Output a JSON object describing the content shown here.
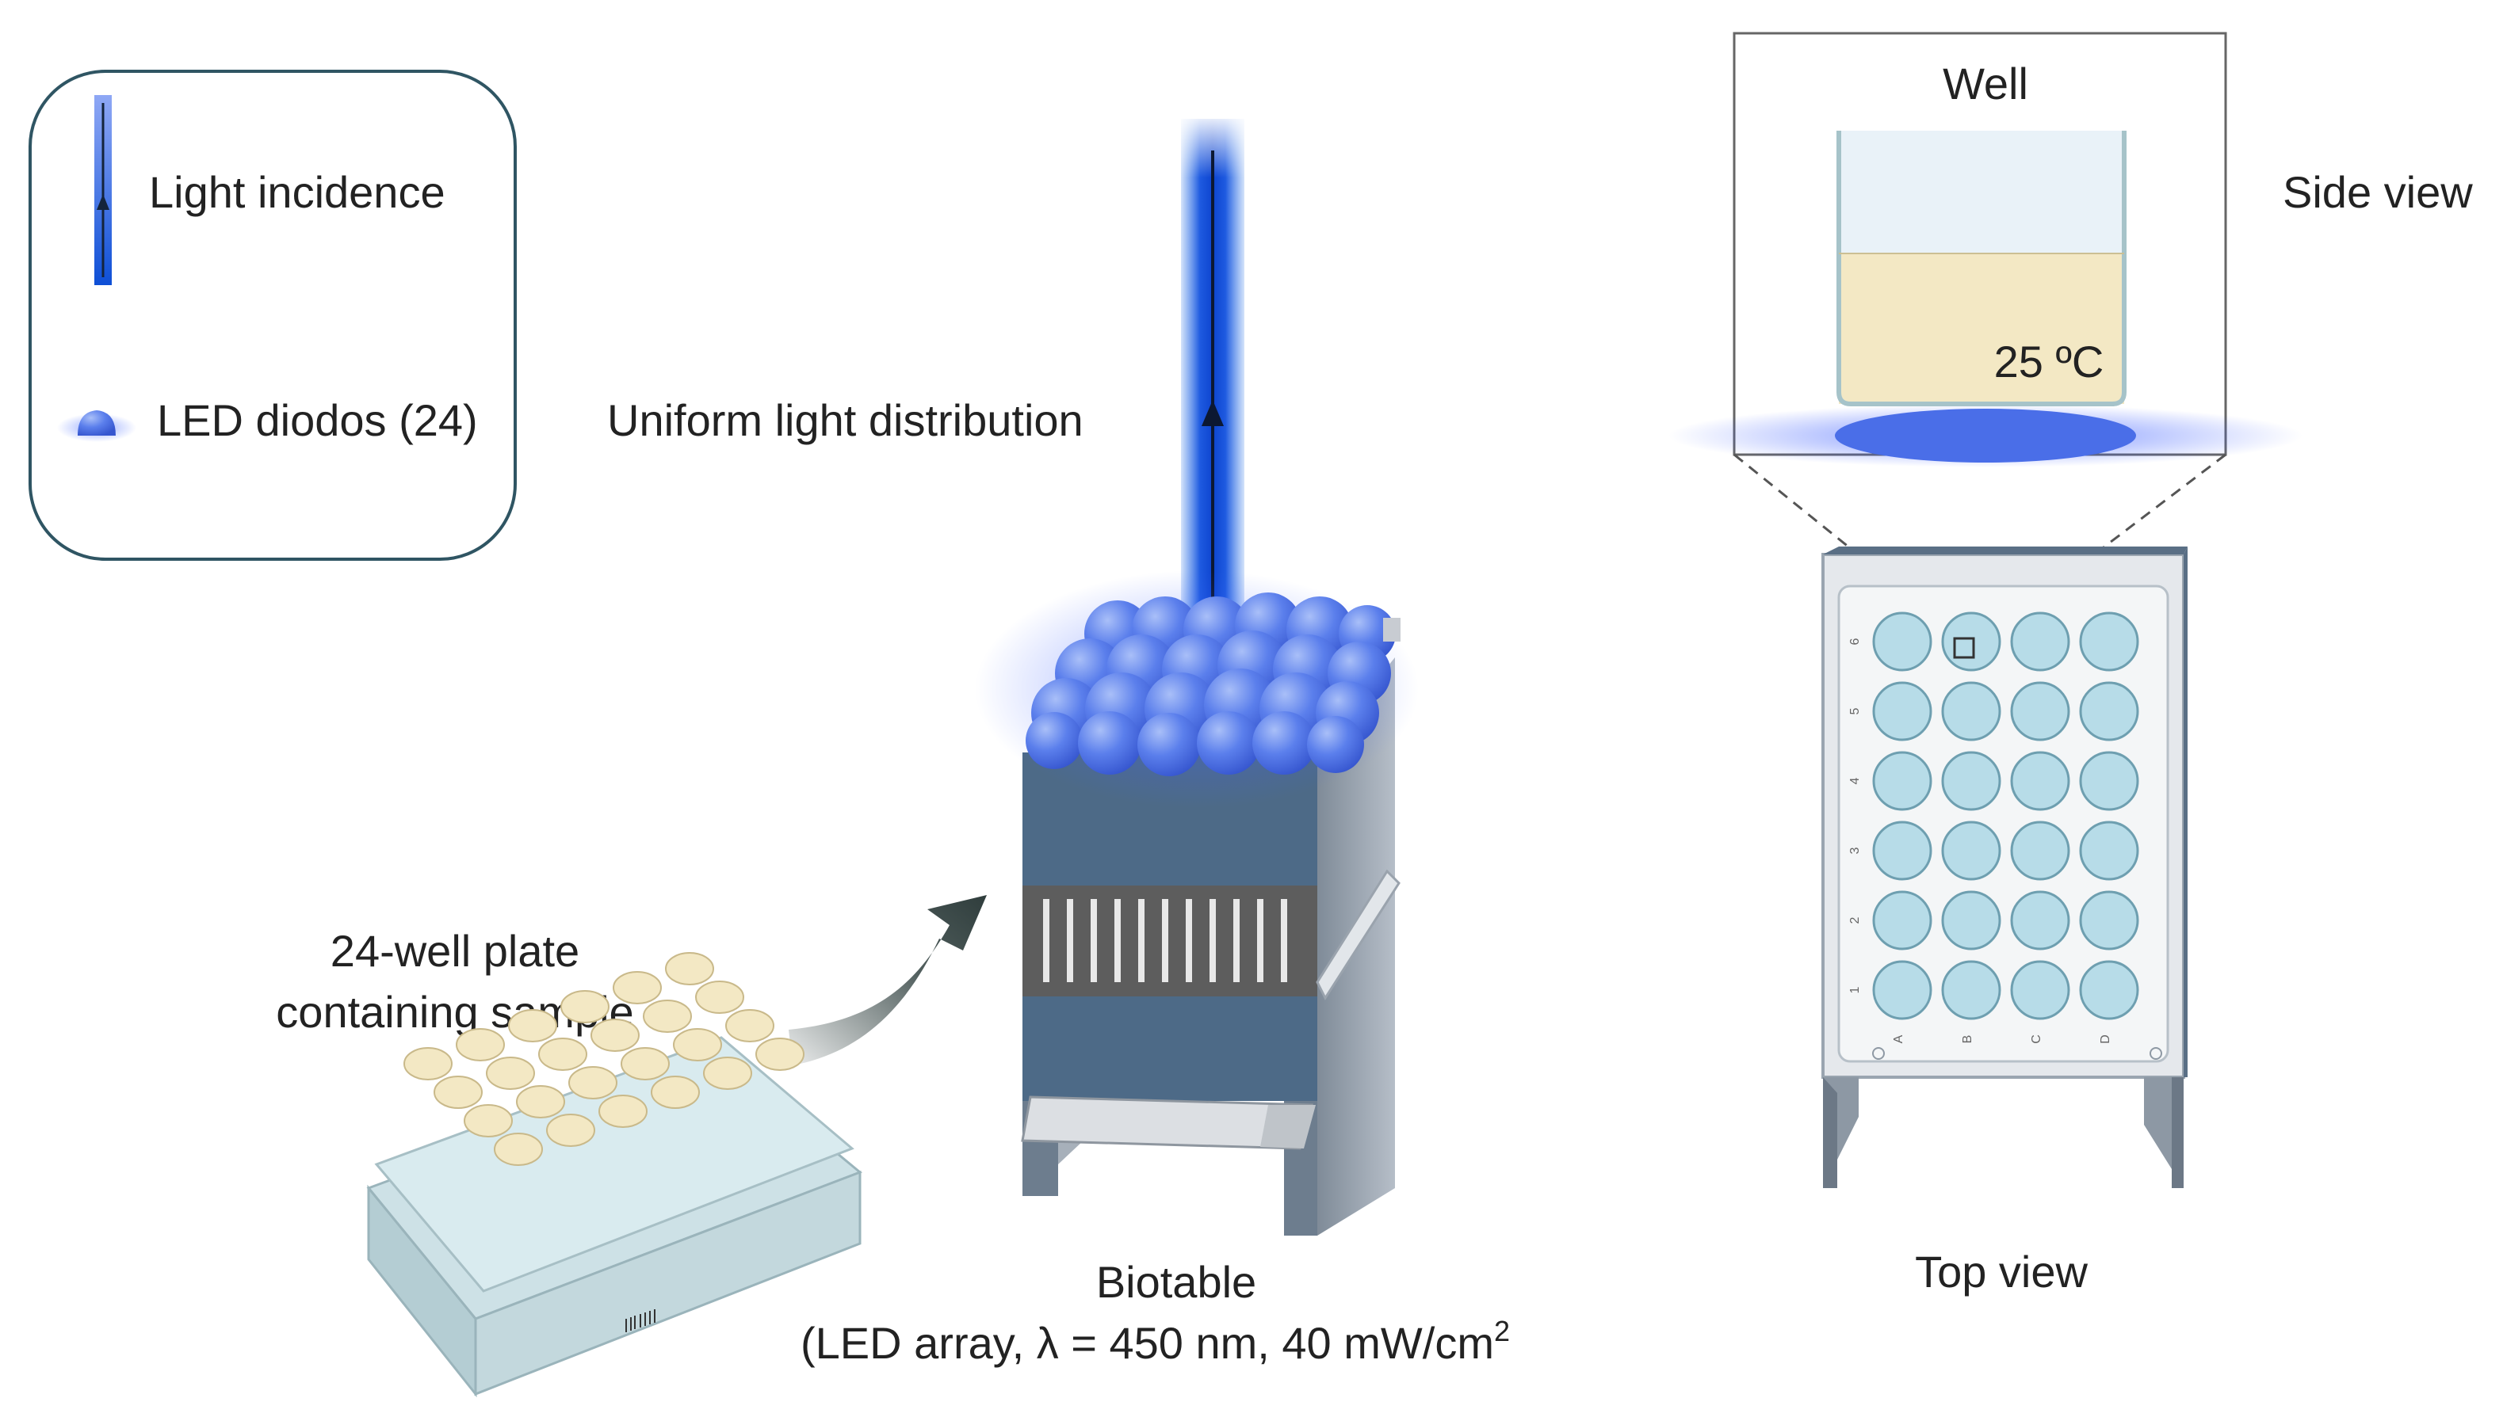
{
  "legend": {
    "light_incidence": "Light incidence",
    "led_diodes": "LED diodos (24)"
  },
  "labels": {
    "uniform_light": "Uniform light distribution",
    "plate_line1": "24-well plate",
    "plate_line2": "containing sample",
    "biotable_title": "Biotable",
    "biotable_spec": "(LED array, λ = 450 nm, 40 mW/cm",
    "biotable_spec_sup": "2",
    "well": "Well",
    "temperature": "25 ºC",
    "side_view": "Side view",
    "top_view": "Top view"
  },
  "plate_axes": {
    "rows": [
      "1",
      "2",
      "3",
      "4",
      "5",
      "6"
    ],
    "cols": [
      "A",
      "B",
      "C",
      "D"
    ]
  },
  "led": {
    "count": 24,
    "wavelength_nm": 450,
    "intensity": "40 mW/cm2"
  },
  "colors": {
    "led_blue": "#4a6ee8",
    "light_beam": "#1e5ae0",
    "biotable_body": "#4d6a87",
    "biotable_side": "#9ba5b1",
    "well_fill": "#b7dce8",
    "sample_fill": "#f3e8c4"
  }
}
